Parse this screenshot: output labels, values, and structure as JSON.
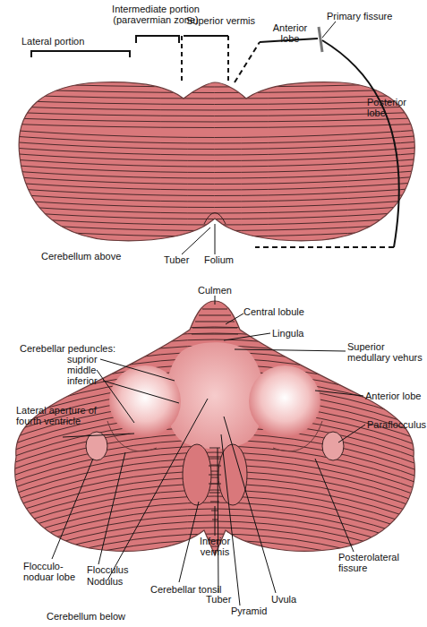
{
  "diagram": {
    "labels": [
      "Intermediate portion (paravermian zone)",
      "Superior vermis",
      "Lateral portion",
      "Anterior lobe",
      "Primary fissure",
      "Posterior lobe",
      "Cerebellum above",
      "Tuber",
      "Folium",
      "Culmen",
      "Central lobule",
      "Lingula",
      "Cerebellar peduncles:",
      "suprior",
      "middle",
      "inferior",
      "Superior medullary vehurs",
      "Lateral aperture of fourth ventricle",
      "Anterior lobe",
      "Paraflocculus",
      "Flocculo- noduar lobe",
      "Flocculus",
      "Nodulus",
      "Cerebellar tonsil",
      "Inferior vermis",
      "Tuber",
      "Pyramid",
      "Uvula",
      "Posterolateral fissure",
      "Cerebellum below"
    ]
  }
}
